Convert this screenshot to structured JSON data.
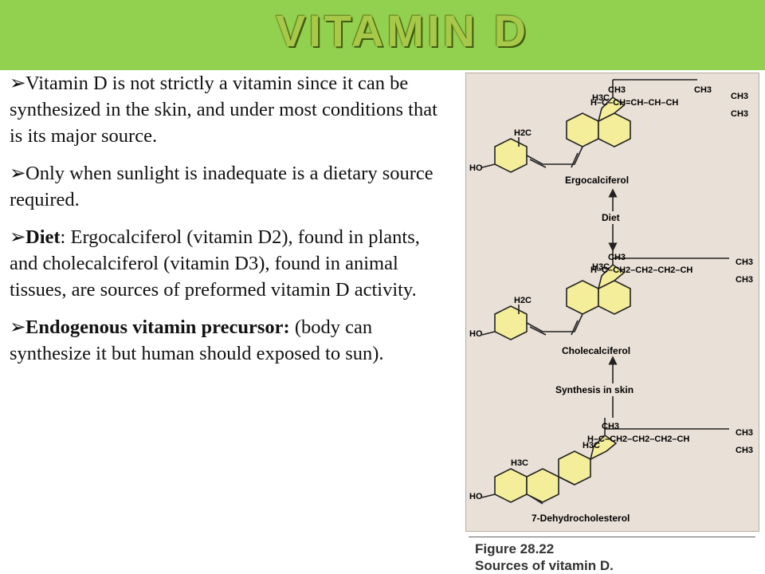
{
  "title": "VITAMIN D",
  "bullets": [
    {
      "bold": "",
      "text": "Vitamin D is not strictly a vitamin since it can be synthesized  in the skin, and under most conditions that is its major source."
    },
    {
      "bold": "",
      "text": "Only when sunlight is inadequate is a dietary source required."
    },
    {
      "bold": "Diet",
      "text": ": Ergocalciferol (vitamin D2), found in plants, and cholecalciferol (vitamin D3), found in animal tissues, are sources of preformed vitamin D activity."
    },
    {
      "bold": "Endogenous vitamin precursor:",
      "text": " (body can synthesize it but human should exposed to sun)."
    }
  ],
  "figure": {
    "compounds": [
      "Ergocalciferol",
      "Cholecalciferol",
      "7-Dehydrocholesterol"
    ],
    "arrow_labels": [
      "Diet",
      "Synthesis in skin"
    ],
    "side_chains": [
      [
        "CH3",
        "H–C–CH=CH–CH–CH",
        "CH3",
        "CH3",
        "CH3"
      ],
      [
        "CH3",
        "H–C–CH2–CH2–CH2–CH",
        "CH3",
        "CH3"
      ],
      [
        "CH3",
        "H–C–CH2–CH2–CH2–CH",
        "CH3",
        "CH3"
      ]
    ],
    "ring_labels": {
      "h3c": "H3C",
      "h2c": "H2C",
      "ho": "HO"
    },
    "caption_number": "Figure 28.22",
    "caption_text": "Sources of vitamin D."
  }
}
